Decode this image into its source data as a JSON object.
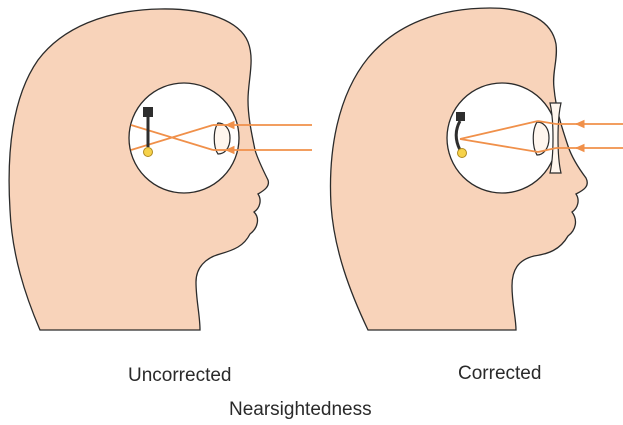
{
  "figure": {
    "captions": {
      "uncorrected": "Uncorrected",
      "corrected": "Corrected",
      "title": "Nearsightedness"
    },
    "colors": {
      "skin": "#f8d3ba",
      "outline": "#2b2b2b",
      "eye_fill": "#ffffff",
      "light_ray": "#f0904a",
      "retina_detector": "#2e2e2e",
      "focus_point": "#f6d24a",
      "lens_fill": "#fff6ee"
    },
    "panels": [
      {
        "id": "uncorrected",
        "eyeglass_lens": false
      },
      {
        "id": "corrected",
        "eyeglass_lens": true
      }
    ]
  }
}
